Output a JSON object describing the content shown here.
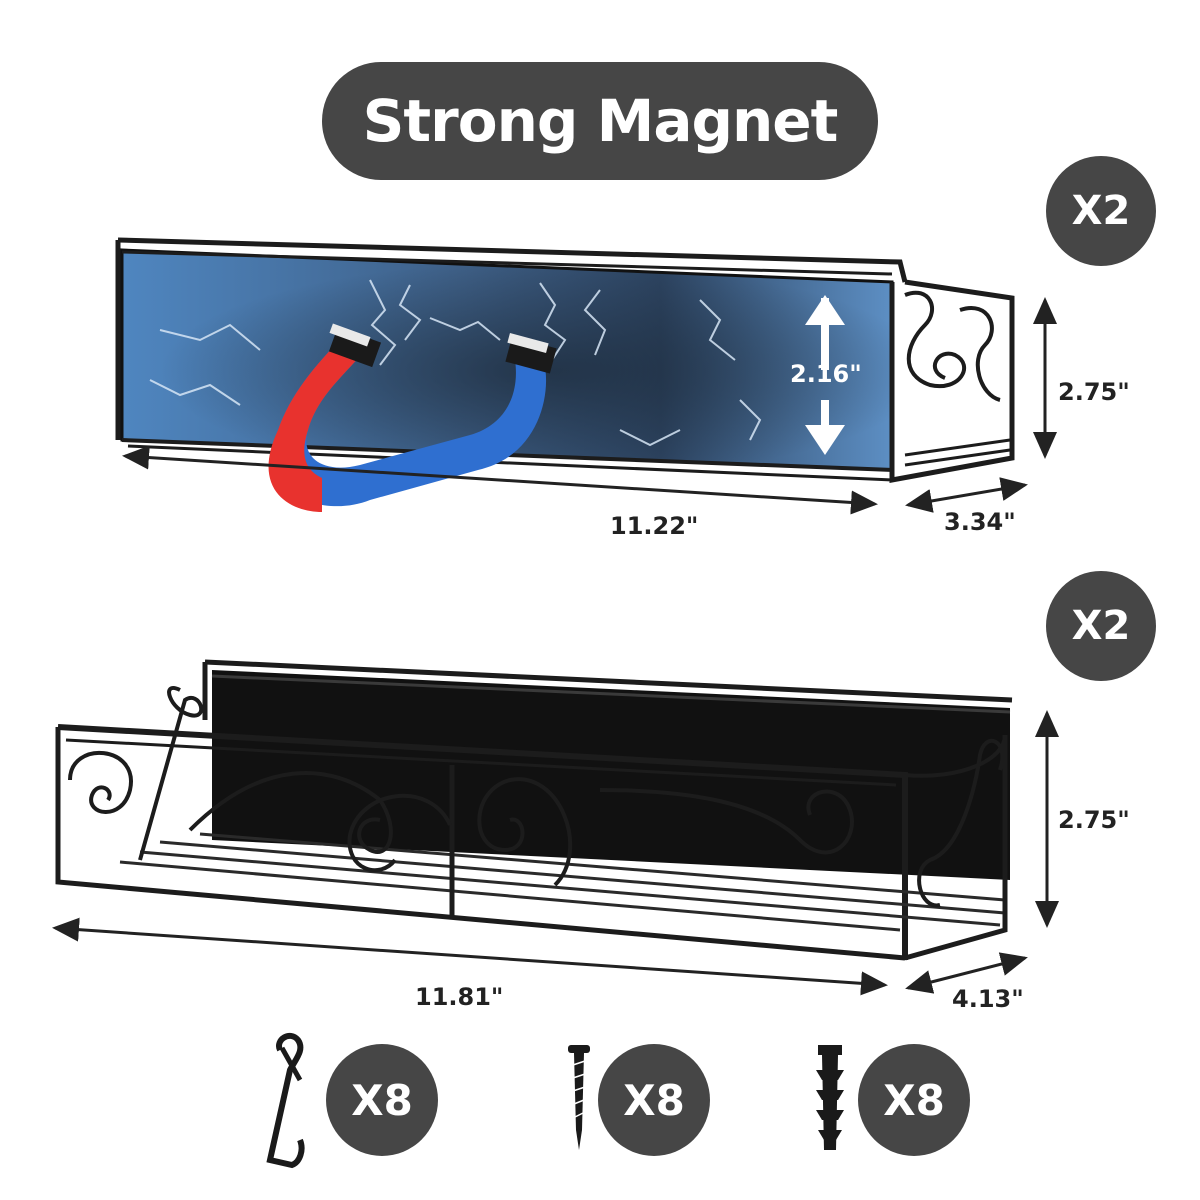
{
  "header": {
    "title": "Strong Magnet"
  },
  "rack_magnetic": {
    "quantity": "X2",
    "width": "11.22\"",
    "depth": "3.34\"",
    "height": "2.75\"",
    "magnet_height": "2.16\""
  },
  "rack_scroll": {
    "quantity": "X2",
    "width": "11.81\"",
    "depth": "4.13\"",
    "height": "2.75\""
  },
  "accessories": [
    {
      "icon": "hook-icon",
      "quantity": "X8"
    },
    {
      "icon": "screw-icon",
      "quantity": "X8"
    },
    {
      "icon": "wall-anchor-icon",
      "quantity": "X8"
    }
  ],
  "colors": {
    "badge": "#464646",
    "magnet_red": "#e8322e",
    "magnet_blue": "#2f6fd0",
    "panel_blue": "#5c93c9",
    "rack_black": "#1c1c1c"
  }
}
